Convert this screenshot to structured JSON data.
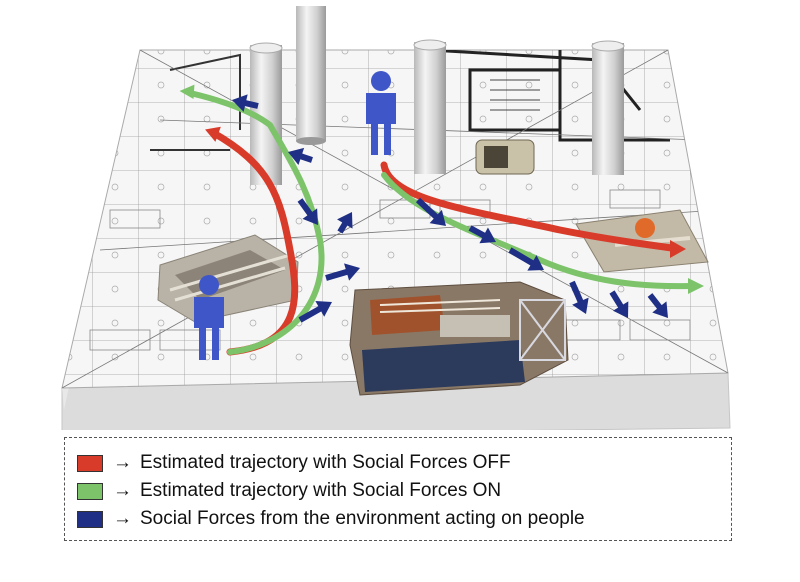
{
  "colors": {
    "off": "#d93b2a",
    "on": "#7cc36a",
    "force": "#1f2f86",
    "person": "#3f56c8"
  },
  "legend": {
    "items": [
      {
        "key": "off",
        "arrow": "→",
        "label": "Estimated trajectory with Social Forces OFF"
      },
      {
        "key": "on",
        "arrow": "→",
        "label": "Estimated trajectory with Social Forces ON"
      },
      {
        "key": "force",
        "arrow": "→",
        "label": "Social Forces from the environment  acting on people"
      }
    ]
  }
}
